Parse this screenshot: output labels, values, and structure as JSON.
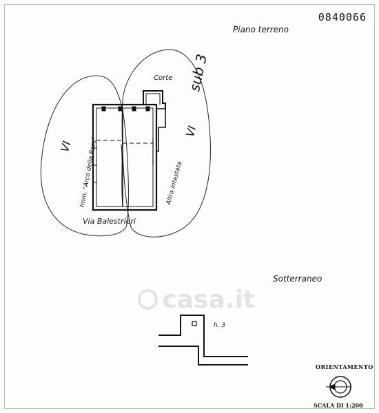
{
  "document": {
    "code": "0840066",
    "floor_ground": "Piano terreno",
    "floor_basement": "Sotterraneo",
    "courtyard": "Corte",
    "sub": "sub 3",
    "left_neighbor_numeral": "VI",
    "left_neighbor": "Imm. \"Arco della Pace\"",
    "right_neighbor_numeral": "VI",
    "right_neighbor": "Altra intestata",
    "street": "Via Balestrieri",
    "height_note": "h. 3",
    "orientation": "ORIENTAMENTO",
    "scale": "SCALA DI 1:200",
    "watermark": "casa.it"
  }
}
